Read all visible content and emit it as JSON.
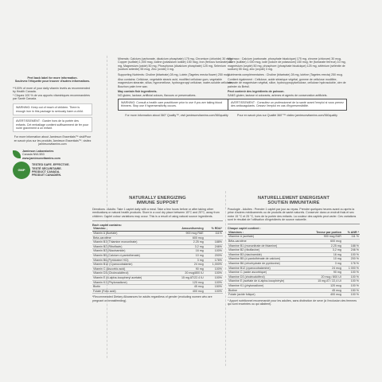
{
  "left": {
    "peel_en": "Peel back label for more information.",
    "peel_fr": "Soulevez l'étiquette pour trouver d'autres informations.",
    "dv_notes": [
      "**100% of more of your daily vitamin levels as recommended by Health Canada.",
      "* Cliquez 100 % de vos apports vitaminiques recommandées par Santé Canada."
    ],
    "warning_en": "WARNING: Keep out of reach of children. There is enough iron in this package to seriously harm a child.",
    "warning_fr": "AVERTISSEMENT : Garder hors de la portée des enfants. Cet emballage contient suffisamment de fer pour nuire gravement à un enfant.",
    "more_info": "For more information about Jamieson Essentials™ visit/Pour en savoir plus sur les produits Jamieson Essentials™, visitez jamiesonvitamins.com",
    "company": [
      "Jamieson Laboratories",
      "Canada N9A 5B3",
      "www.jamiesonvitamins.com"
    ],
    "gmp_badge": "GMP",
    "tested": [
      "TESTED SAFE. EFFECTIVE.",
      "TESTÉ SÉCURITAIRE.",
      "PRODUCT CANADA.",
      "PRODUIT CANADIEN."
    ]
  },
  "en_top": {
    "minerals": "Minerals: Calcium (carbonate, dicalcium phosphate) 175 mg, Chromium (chloride) 30 mcg, Copper (sulfate) 1,000 mcg, Iodine (potassium iodide) 150 mcg, Iron (ferrous fumarate) 10 mg, Magnesium (oxide) 50 mg, Phosphorus (dicalcium phosphate) 125 mg, Selenium (sodium selenite) 55 mcg, Zinc (oxide) 3 mg.",
    "supporting": "Supporting Nutrients: Choline (bitartrate) 28 mg, Lutein (Tagetes erecta flower) 250 mcg.",
    "also": "Also contains: Cellulose, vegetable stearic acid, modified cellulose gum, vegetable magnesium stearate, silica, hypromellose, hydroxypropyl cellulose, water-soluble cellulose, Bourbon palm tree wax.",
    "gluten": "May contain fish ingredients.",
    "no": "NO gluten, lactose, artificial colours, flavours or preservatives.",
    "warning": "WARNING: Consult a health care practitioner prior to use if you are taking blood thinners. Stop use if hypersensitivity occurs.",
    "footer": "For more information about 360° Quality™, visit jamiesonvitamins.com/360quality"
  },
  "fr_top": {
    "minerals": "Minéraux : Calcium (carbonate, phosphate bicalcique) 175 mg, chrome (chlorure) 30 mcg, cuivre (sulfate) 1 000 mcg, iode (iodure de potassium) 150 mcg, fer (fumarate ferreux) 10 mg, magnésium (oxyde) 50 mg, phosphore (phosphate bicalcique) 125 mg, sélénium (sélénite de sodium) 55 mcg, zinc (oxyde) 3 mg.",
    "supporting": "Nutriments complémentaires : Choline (bitartrate) 28 mg, lutéine (Tagetes erecta) 250 mcg.",
    "also": "Contient également : Cellulose, acide stéarique végétal, gomme de cellulose modifiée, stéarate de magnésium végétal, silice, hydroxypropylcellulose, cellulose hydrosoluble, cire de palmier du Brésil.",
    "gluten": "Peut contenir des ingrédients de poisson.",
    "no": "SANS gluten, lactose ni colorants, arômes et agents de conservation artificiels.",
    "warning": "AVERTISSEMENT : Consultez un professionnel de la santé avant l'emploi si vous prenez des anticoagulants. Cessez l'emploi en cas d'hypersensibilité.",
    "footer": "Pour en savoir plus sur Qualité 360°™ visitez jamiesonvitamins.com/360quality"
  },
  "en": {
    "heading": [
      "NATURALLY ENERGIZING",
      "IMMUNE SUPPORT"
    ],
    "directions": "Directions - Adults: Take 1 caplet daily with a meal. Take a few hours before or after taking other medications or natural health products. Store in a cool dry place between 15°C and 25°C, away from children. Caplet colour variations may occur. This is a result of using natural source ingredients.",
    "each": "Each caplet contains:",
    "cols": [
      "Vitamins:",
      "Amount/serving",
      "% RDA*"
    ],
    "rows": [
      [
        "Vitamin A (Acetate)",
        "900 mcg RAE",
        "111%"
      ],
      [
        "Beta-carotene",
        "600 mcg",
        ""
      ],
      [
        "Vitamin B1 (Thiamine mononitrate)",
        "2.25 mg",
        "188%"
      ],
      [
        "Vitamin B2 (Riboflavin)",
        "3.2 mg",
        "246%"
      ],
      [
        "Vitamin B3 (Niacinamide)",
        "16 mg",
        "100%"
      ],
      [
        "Vitamin B5 (Calcium d-pantothenate)",
        "10 mg",
        "200%"
      ],
      [
        "Vitamin B6 (Pyridoxine HCl)",
        "3 mg",
        "176%"
      ],
      [
        "Vitamin B12 (Cyanocobalamin)",
        "24 mcg",
        "1,000%"
      ],
      [
        "Vitamin C (Ascorbic acid)",
        "90 mg",
        "100%"
      ],
      [
        "Vitamin D3 (Cholecalciferol)",
        "20 mcg/800 IU",
        "100%"
      ],
      [
        "Vitamin E (d-alpha-tocopheryl acetate)",
        "15 mg AT/22.4 IU",
        "100%"
      ],
      [
        "Vitamin K1 (Phytonadione)",
        "120 mcg",
        "100%"
      ],
      [
        "Biotin",
        "45 mcg",
        "150%"
      ],
      [
        "Folate (Folic acid)",
        "400 mcg",
        "100%"
      ]
    ],
    "note": "*Recommended Dietary Allowances for adults regardless of gender (excluding women who are pregnant or breastfeeding)."
  },
  "fr": {
    "heading": [
      "NATURELLEMENT ÉNERGISANT",
      "SOUTIEN IMMUNITAIRE"
    ],
    "directions": "Posologie - Adultes : Prendre 1 caplet par jour au repas. Prendre quelques heures avant ou après la prise d'autres médicaments ou de produits de santé naturels. Conserver dans un endroit frais et sec entre 15 °C et 25 °C, hors de la portée des enfants. La couleur des caplets peut varier. Ces variations sont le résultat de l'utilisation d'ingrédients de source naturelle.",
    "each": "Chaque caplet contient :",
    "cols": [
      "Vitamines :",
      "Teneur par portion",
      "% ANR *"
    ],
    "rows": [
      [
        "Vitamine A (acétate)",
        "900 mcg EAR",
        "111 %"
      ],
      [
        "Bêta-carotène",
        "600 mcg",
        ""
      ],
      [
        "Vitamine B1 (mononitrate de thiamine)",
        "2,25 mg",
        "188 %"
      ],
      [
        "Vitamine B2 (riboflavine)",
        "3,2 mg",
        "246 %"
      ],
      [
        "Vitamine B3 (niacinamide)",
        "16 mg",
        "100 %"
      ],
      [
        "Vitamine B5 (d-pantothénate de calcium)",
        "10 mg",
        "200 %"
      ],
      [
        "Vitamine B6 (chlorhydrate de pyridoxine)",
        "3 mg",
        "176 %"
      ],
      [
        "Vitamine B12 (cyanocobalamine)",
        "24 mcg",
        "1 000 %"
      ],
      [
        "Vitamine C (acide ascorbique)",
        "90 mg",
        "100 %"
      ],
      [
        "Vitamine D3 (cholécalciférol)",
        "20 mcg / 800 UI",
        "100 %"
      ],
      [
        "Vitamine E (acétate de d-alpha-tocophéryle)",
        "15 mg AT / 22,4 UI",
        "100 %"
      ],
      [
        "Vitamine K1 (phytonadione)",
        "120 mcg",
        "100 %"
      ],
      [
        "Biotine",
        "45 mcg",
        "150 %"
      ],
      [
        "Folate (acide folique)",
        "400 mcg",
        "100 %"
      ]
    ],
    "note": "* Apport nutritionnel recommandé pour les adultes, sans distinction de sexe (à l'exclusion des femmes qui sont enceintes ou qui allaitent)."
  }
}
